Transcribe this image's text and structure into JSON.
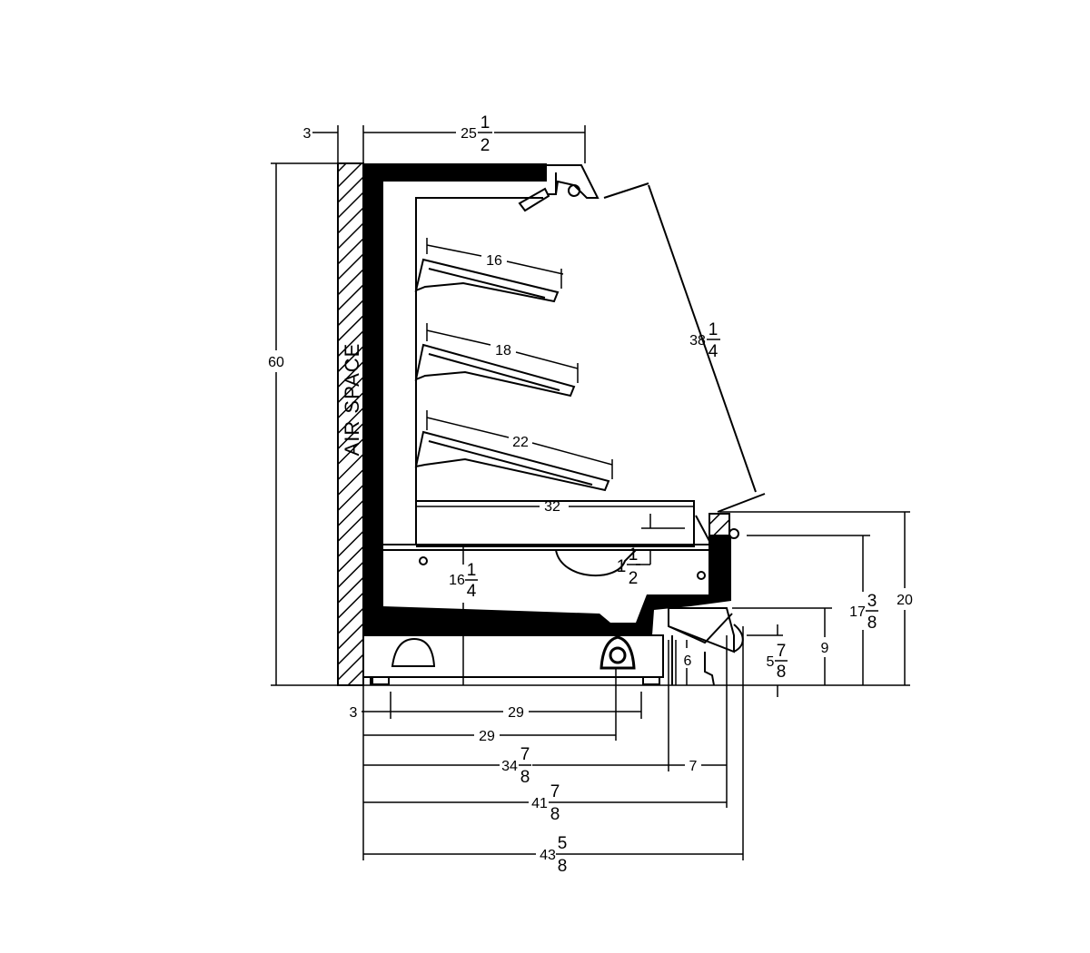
{
  "labels": {
    "air_space": "AIR SPACE"
  },
  "dimensions": {
    "wall_gap": {
      "whole": "3"
    },
    "top_depth": {
      "whole": "25",
      "num": "1",
      "den": "2"
    },
    "overall_height": {
      "whole": "60"
    },
    "shelf_1": {
      "whole": "16"
    },
    "shelf_2": {
      "whole": "18"
    },
    "shelf_3": {
      "whole": "22"
    },
    "front_opening": {
      "whole": "38",
      "num": "1",
      "den": "4"
    },
    "deck_depth": {
      "whole": "32"
    },
    "base_height": {
      "whole": "16",
      "num": "1",
      "den": "4"
    },
    "deck_offset": {
      "whole": "1",
      "num": "1",
      "den": "2"
    },
    "front_height": {
      "whole": "20"
    },
    "rail_height": {
      "whole": "17",
      "num": "3",
      "den": "8"
    },
    "bumper_height": {
      "whole": "9"
    },
    "toe_height": {
      "whole": "6"
    },
    "kick_height": {
      "whole": "5",
      "num": "7",
      "den": "8"
    },
    "rear_leg": {
      "whole": "3"
    },
    "leg_span": {
      "whole": "29"
    },
    "drain_depth": {
      "whole": "29"
    },
    "body_depth": {
      "whole": "34",
      "num": "7",
      "den": "8"
    },
    "front_extension": {
      "whole": "7"
    },
    "depth_to_front": {
      "whole": "41",
      "num": "7",
      "den": "8"
    },
    "overall_depth": {
      "whole": "43",
      "num": "5",
      "den": "8"
    }
  }
}
